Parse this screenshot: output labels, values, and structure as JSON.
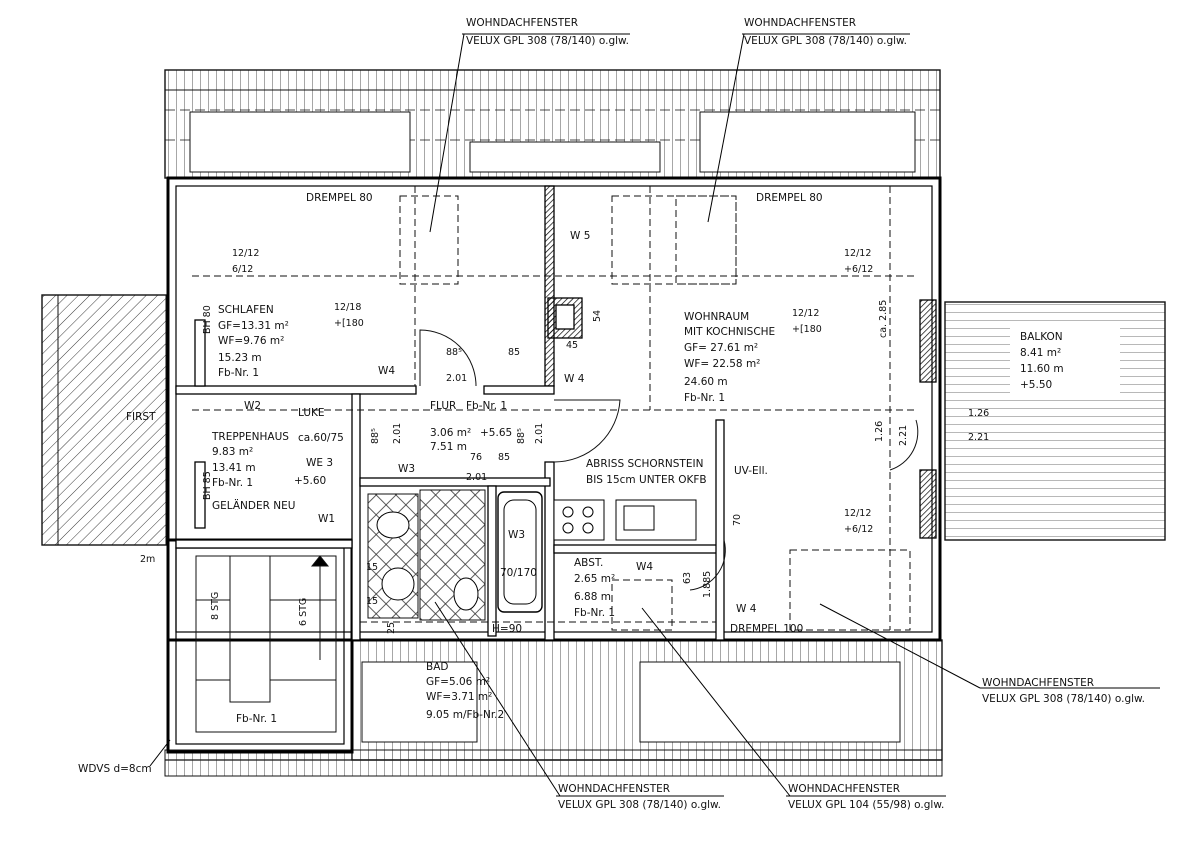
{
  "callouts": {
    "top_left": {
      "line1": "WOHNDACHFENSTER",
      "line2": "VELUX GPL 308 (78/140) o.glw."
    },
    "top_right": {
      "line1": "WOHNDACHFENSTER",
      "line2": "VELUX GPL 308 (78/140) o.glw."
    },
    "right": {
      "line1": "WOHNDACHFENSTER",
      "line2": "VELUX GPL 308 (78/140) o.glw."
    },
    "bottom_left": {
      "line1": "WOHNDACHFENSTER",
      "line2": "VELUX GPL 308 (78/140) o.glw."
    },
    "bottom_right": {
      "line1": "WOHNDACHFENSTER",
      "line2": "VELUX GPL 104 (55/98) o.glw."
    },
    "wdvs": "WDVS d=8cm"
  },
  "drempel": {
    "left": "DREMPEL 80",
    "right": "DREMPEL 80",
    "bottom": "DREMPEL 100"
  },
  "rooms": {
    "schlafen": {
      "name": "SCHLAFEN",
      "gf": "GF=13.31 m²",
      "wf": "WF=9.76 m²",
      "u": "15.23 m",
      "fb": "Fb-Nr. 1",
      "bh": "BH 80"
    },
    "wohnraum": {
      "name": "WOHNRAUM",
      "name2": "MIT KOCHNISCHE",
      "gf": "GF= 27.61 m²",
      "wf": "WF= 22.58 m²",
      "u": "24.60 m",
      "fb": "Fb-Nr. 1"
    },
    "flur": {
      "name": "FLUR",
      "fb": "Fb-Nr. 1",
      "area": "3.06 m²",
      "u": "7.51 m",
      "level": "+5.65"
    },
    "treppenhaus": {
      "name": "TREPPENHAUS",
      "area": "9.83 m²",
      "u": "13.41 m",
      "fb": "Fb-Nr. 1",
      "level": "+5.60",
      "bh": "BH 85",
      "we": "WE 3",
      "gelaender": "GELÄNDER NEU",
      "luke": "LUKE",
      "luke_dim": "ca.60/75"
    },
    "bad": {
      "name": "BAD",
      "gf": "GF=5.06 m²",
      "wf": "WF=3.71 m²",
      "u": "9.05 m/Fb-Nr.2",
      "wanne": "70/170",
      "h": "H=90"
    },
    "abst": {
      "name": "ABST.",
      "area": "2.65 m²",
      "u": "6.88 m",
      "fb": "Fb-Nr. 1"
    },
    "balkon": {
      "name": "BALKON",
      "area": "8.41 m²",
      "u": "11.60 m",
      "level": "+5.50"
    },
    "stair_fb": "Fb-Nr. 1",
    "first": "FIRST"
  },
  "notes": {
    "schornstein1": "ABRISS SCHORNSTEIN",
    "schornstein2": "BIS 15cm UNTER OKFB",
    "uv": "UV-Ell."
  },
  "walls": {
    "w1": "W1",
    "w2": "W2",
    "w3a": "W3",
    "w3b": "W3",
    "w4a": "W4",
    "w4b": "W 4",
    "w4c": "W4",
    "w4d": "W 4",
    "w5": "W 5"
  },
  "dims": {
    "pitch1_top": "12/12",
    "pitch1_bot": "6/12",
    "pitch2_top": "12/18",
    "pitch2_bot": "+[180",
    "pitch3_top": "12/12",
    "pitch3_bot": "+6/12",
    "pitch4_top": "12/12",
    "pitch4_bot": "+[180",
    "pitch5_top": "12/12",
    "pitch5_bot": "+6/12",
    "d88": "88⁵",
    "d85a": "85",
    "d201a": "2.01",
    "d45": "45",
    "d54": "54",
    "d885l": "88⁵",
    "d201b": "2.01",
    "d885r": "88⁵",
    "d201c": "2.01",
    "d76": "76",
    "d85b": "85",
    "d201d": "2.01",
    "d126a": "1.26",
    "d221a": "2.21",
    "d126b": "1.26",
    "d221b": "2.21",
    "dca285": "ca. 2.85",
    "d70": "70",
    "d63": "63",
    "d1885": "1.885",
    "d2m": "2m",
    "d15a": "15",
    "d15b": "15",
    "d25": "25",
    "stg8": "8 STG",
    "stg6": "6 STG"
  }
}
